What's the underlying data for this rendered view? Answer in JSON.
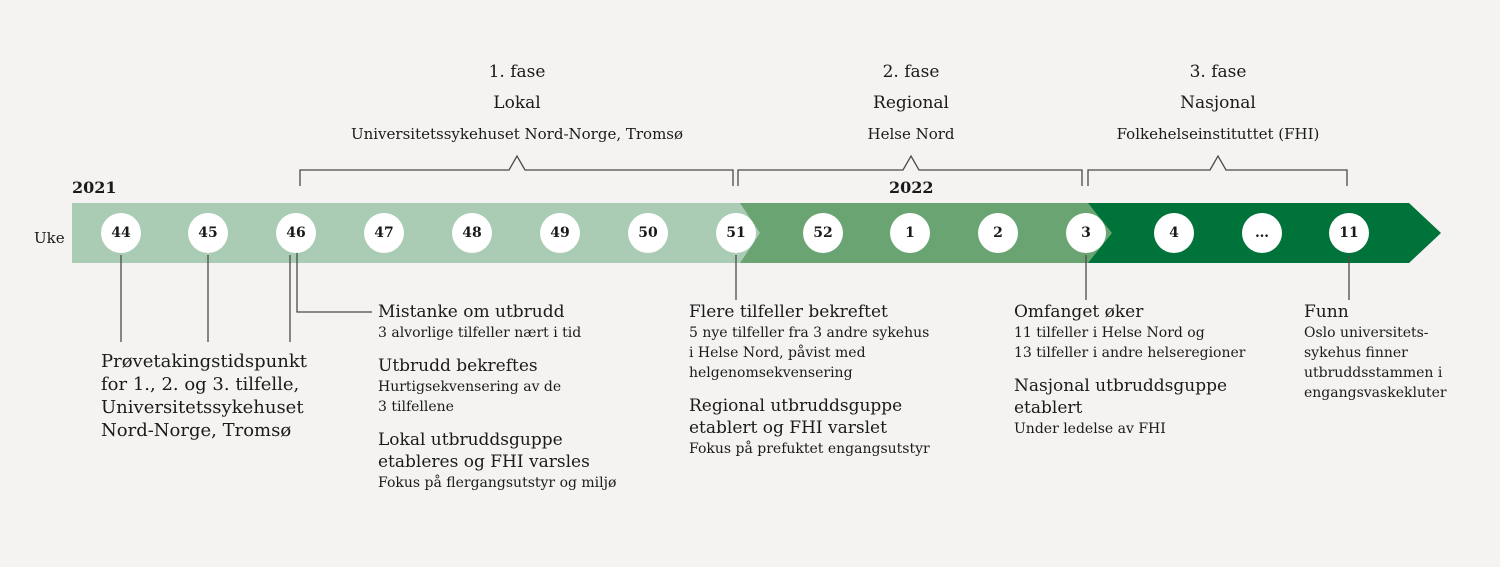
{
  "phases": [
    {
      "title": "1. fase",
      "name": "Lokal",
      "org": "Universitetssykehuset Nord-Norge, Tromsø"
    },
    {
      "title": "2. fase",
      "name": "Regional",
      "org": "Helse Nord"
    },
    {
      "title": "3. fase",
      "name": "Nasjonal",
      "org": "Folkehelseinstituttet (FHI)"
    }
  ],
  "years": {
    "start": "2021",
    "second": "2022"
  },
  "week_label": "Uke",
  "weeks": [
    "44",
    "45",
    "46",
    "47",
    "48",
    "49",
    "50",
    "51",
    "52",
    "1",
    "2",
    "3",
    "4",
    "…",
    "11"
  ],
  "colors": {
    "phase1": "#aacbb4",
    "phase2": "#6aa472",
    "phase3": "#00733a",
    "connector": "#4a4a4a"
  },
  "sampling_note": {
    "lines": [
      "Prøvetakingstidspunkt",
      "for 1., 2. og 3. tilfelle,",
      "Universitetssykehuset",
      "Nord-Norge, Tromsø"
    ]
  },
  "events_week46": [
    {
      "heading": [
        "Mistanke om utbrudd"
      ],
      "detail": [
        "3 alvorlige tilfeller nært i tid"
      ]
    },
    {
      "heading": [
        "Utbrudd bekreftes"
      ],
      "detail": [
        "Hurtigsekvensering av de",
        "3 tilfellene"
      ]
    },
    {
      "heading": [
        "Lokal utbruddsguppe",
        "etableres og FHI varsles"
      ],
      "detail": [
        "Fokus på flergangsutstyr og miljø"
      ]
    }
  ],
  "events_week51": [
    {
      "heading": [
        "Flere tilfeller bekreftet"
      ],
      "detail": [
        "5 nye tilfeller fra 3 andre sykehus",
        "i Helse Nord, påvist med",
        "helgenomsekvensering"
      ]
    },
    {
      "heading": [
        "Regional utbruddsguppe",
        "etablert og FHI varslet"
      ],
      "detail": [
        "Fokus på prefuktet engangsutstyr"
      ]
    }
  ],
  "events_week3": [
    {
      "heading": [
        "Omfanget øker"
      ],
      "detail": [
        "11 tilfeller i Helse Nord og",
        "13 tilfeller i andre helseregioner"
      ]
    },
    {
      "heading": [
        "Nasjonal utbruddsguppe",
        "etablert"
      ],
      "detail": [
        "Under ledelse av FHI"
      ]
    }
  ],
  "events_week11": [
    {
      "heading": [
        "Funn"
      ],
      "detail": [
        "Oslo universitets-",
        "sykehus finner",
        "utbruddsstammen i",
        "engangsvaskekluter"
      ]
    }
  ]
}
